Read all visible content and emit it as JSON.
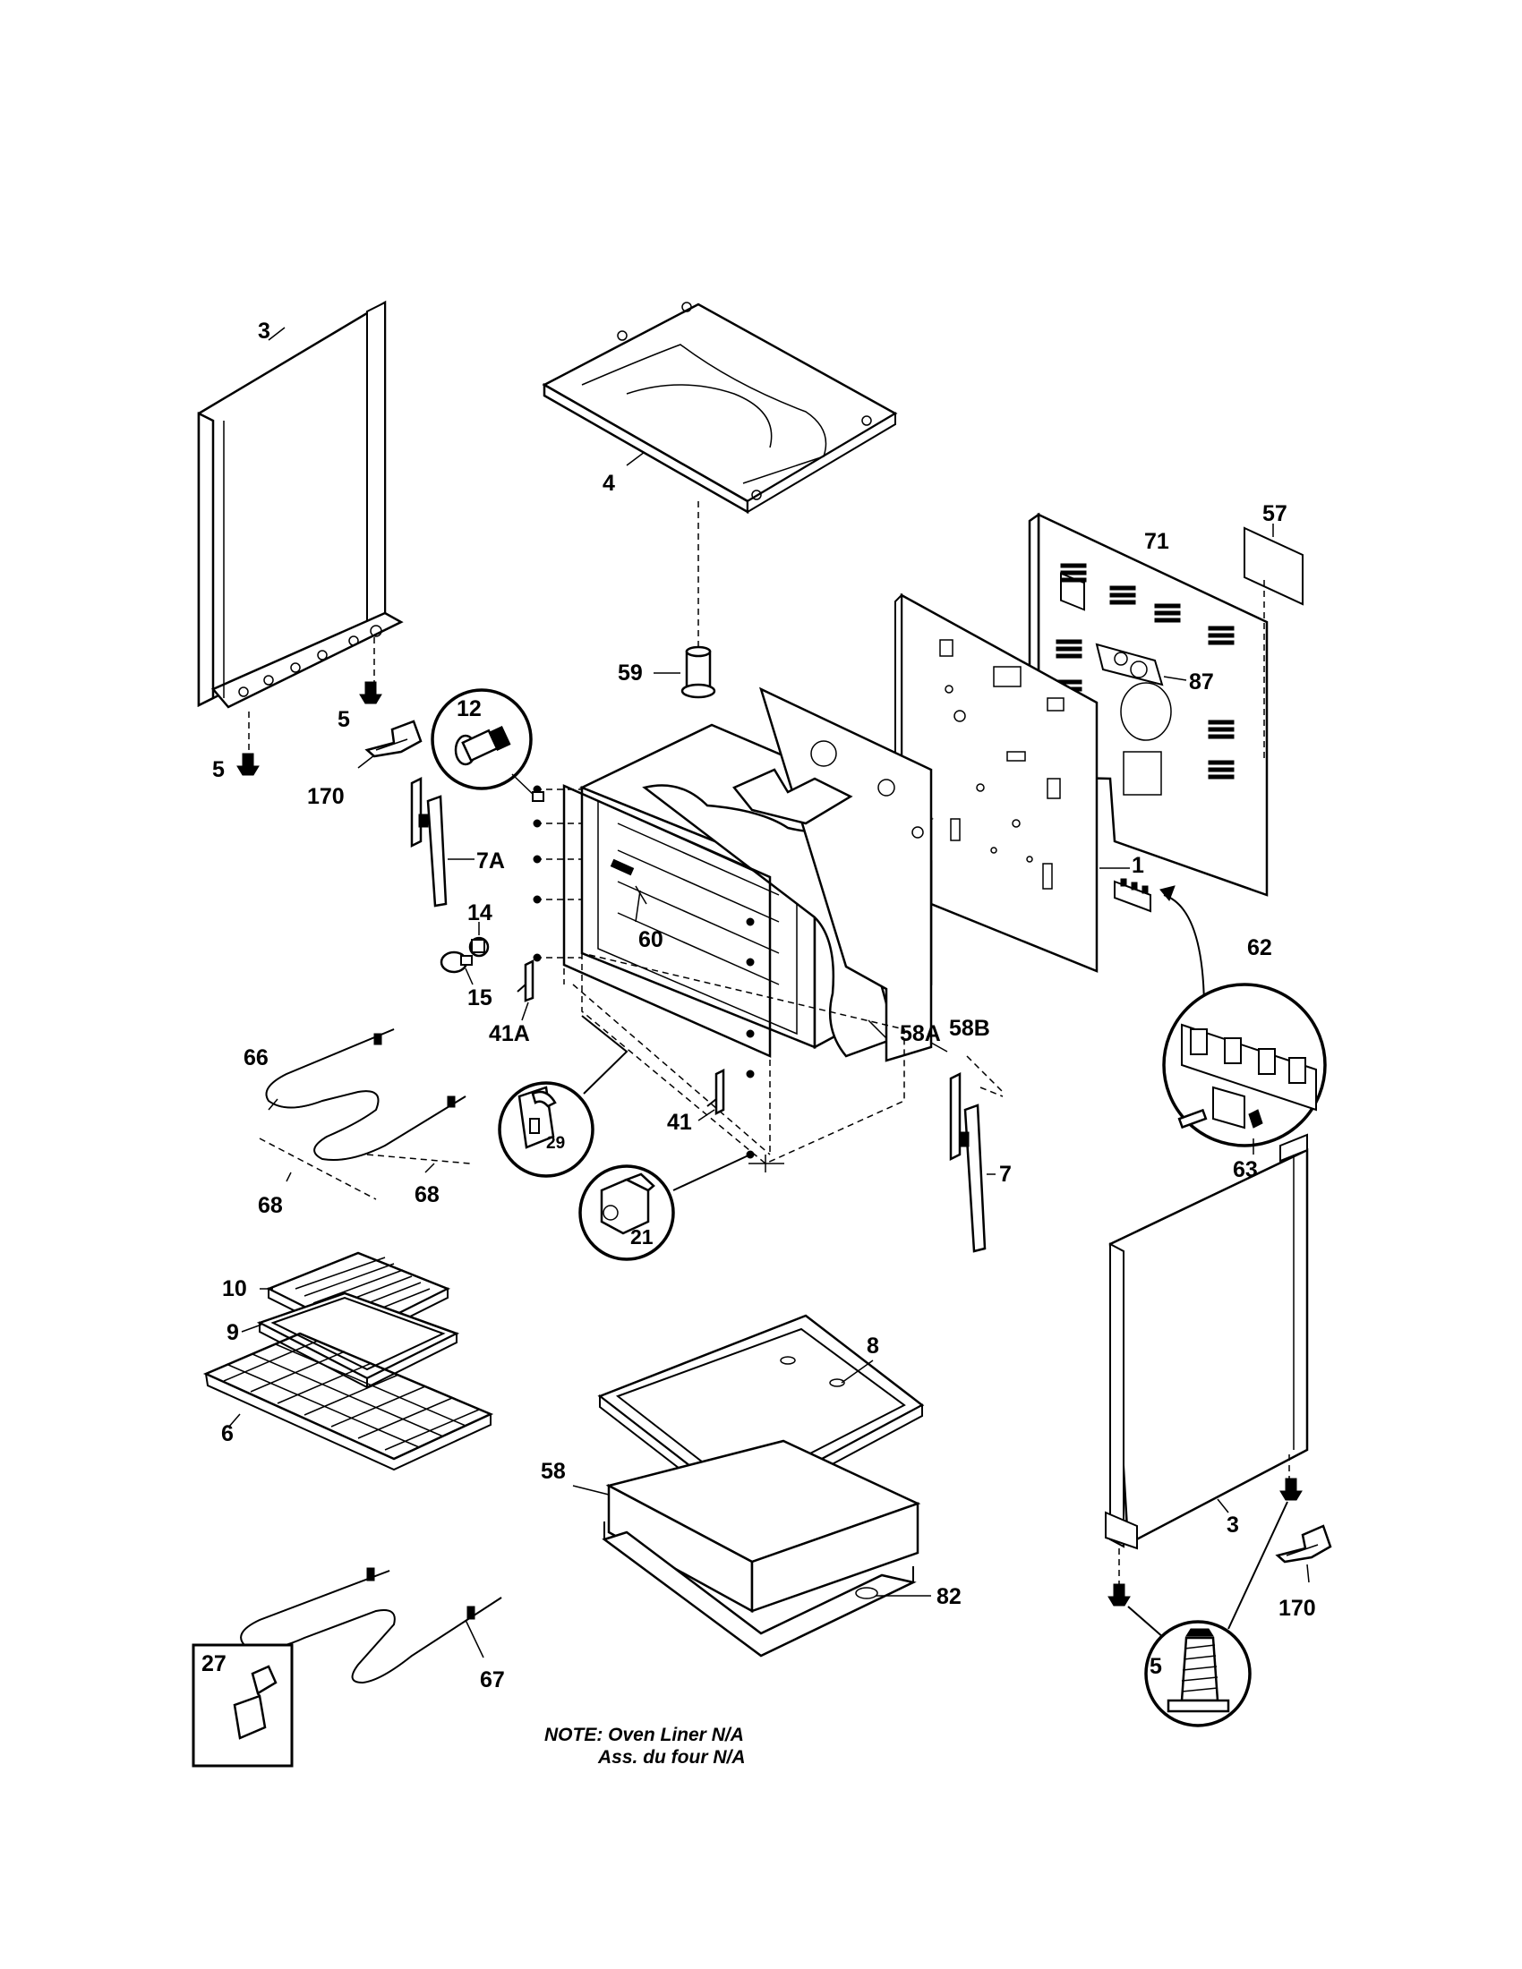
{
  "labels": {
    "p3_left": "3",
    "p4": "4",
    "p57": "57",
    "p71": "71",
    "p59": "59",
    "p87": "87",
    "p12": "12",
    "p5_a": "5",
    "p5_b": "5",
    "p170_left": "170",
    "p7a": "7A",
    "p1": "1",
    "p14": "14",
    "p60": "60",
    "p62": "62",
    "p15": "15",
    "p41a": "41A",
    "p58a": "58A",
    "p58b": "58B",
    "p66": "66",
    "p29": "29",
    "p63": "63",
    "p41": "41",
    "p7": "7",
    "p68_a": "68",
    "p68_b": "68",
    "p21": "21",
    "p10": "10",
    "p9": "9",
    "p8": "8",
    "p6": "6",
    "p58": "58",
    "p3_right": "3",
    "p82": "82",
    "p170_right": "170",
    "p67": "67",
    "p5_c": "5",
    "p27": "27"
  },
  "note": {
    "line1": "NOTE: Oven Liner N/A",
    "line2": "Ass. du four N/A"
  }
}
